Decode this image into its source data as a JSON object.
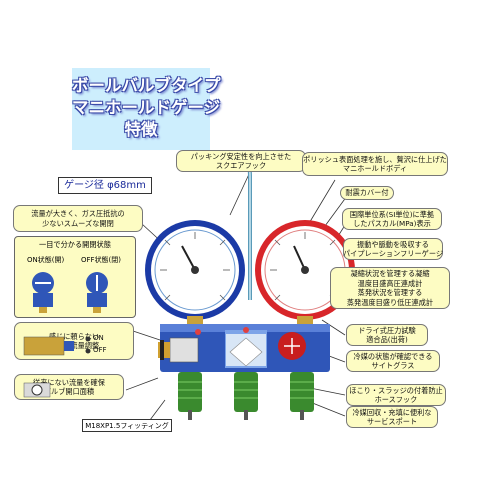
{
  "title": {
    "line1": "ボールバルブタイプ",
    "line2": "マニホールドゲージ",
    "line3": "特徴"
  },
  "gauge_diameter": "ゲージ径 φ68mm",
  "callouts": {
    "packing": [
      "パッキング安定性を向上させた",
      "スクエアフック"
    ],
    "polish": [
      "ポリッシュ表面処理を施し、贅沢に仕上げた",
      "マニホールドボディ"
    ],
    "cover": "耐震カバー付",
    "units": [
      "国際単位系(SI単位)に準拠",
      "したパスカル(MPa)表示"
    ],
    "pulsation": [
      "振動や脈動を吸収する",
      "パイプレーションフリーゲージ"
    ],
    "flow": [
      "流量が大きく、ガス圧抵抗の",
      "少ないスムーズな開閉"
    ],
    "pressure": [
      "凝縮状況を管理する凝縮",
      "温度目盛高圧連成計",
      "蒸発状況を管理する",
      "蒸発温度目盛り低圧連成計"
    ],
    "dry": [
      "ドライ式圧力試験",
      "適合品(出荷)"
    ],
    "sight": [
      "冷媒の状態が確認できる",
      "サイトグラス"
    ],
    "hose": [
      "ほこり・スラッジの付着防止",
      "ホースフック"
    ],
    "service": [
      "冷媒回収・充填に便利な",
      "サービスポート"
    ],
    "sense": [
      "感じに頼らない",
      "適確な流量調整"
    ],
    "bore": [
      "従来にない流量を確保",
      "バルブ開口面積"
    ]
  },
  "state_panel": {
    "title": "一目で分かる開閉状態",
    "on_label": "ON状態(開)",
    "off_label": "OFF状態(閉)"
  },
  "switch": {
    "on": "ON",
    "off": "OFF"
  },
  "fitting": "M18XP1.5フィッティング",
  "colors": {
    "low_gauge": "#1b3aa6",
    "high_gauge": "#d8262a",
    "body": "#2f56b8",
    "hose_port": "#3a8a2e",
    "callout_bg": "#fdfcc3",
    "title_bg": "#cdeefd"
  }
}
